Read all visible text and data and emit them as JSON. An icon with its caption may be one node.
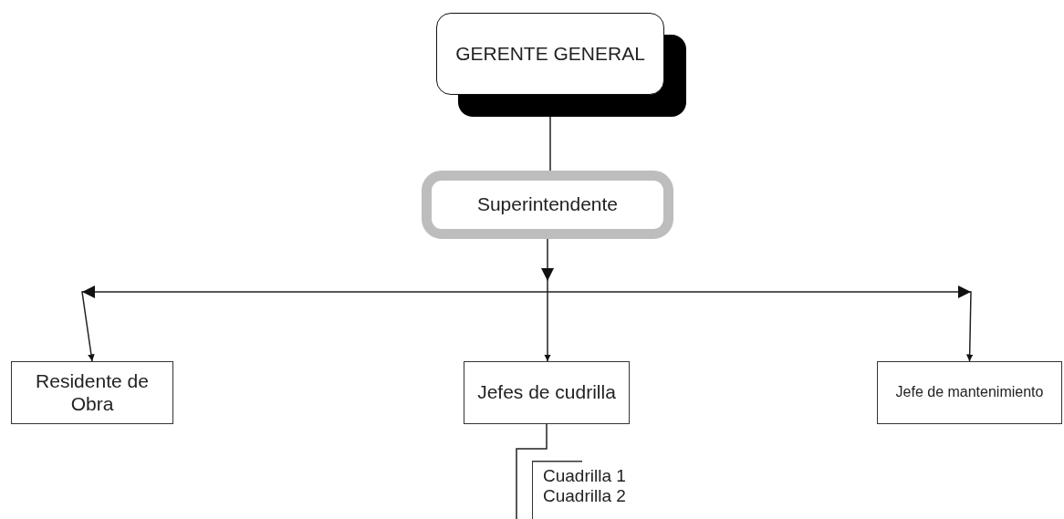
{
  "diagram": {
    "nodes": [
      {
        "text": [
          "GERENTE GENERAL"
        ]
      },
      {
        "text": [
          "Superintendente"
        ]
      },
      {
        "text": [
          "Residente de Obra"
        ]
      },
      {
        "text": [
          "Jefes de cudrilla"
        ]
      },
      {
        "text": [
          "Jefe de mantenimiento"
        ]
      },
      {
        "text": [
          "Cuadrilla 1",
          "Cuadrilla 2"
        ]
      }
    ],
    "edges": [
      {
        "from": 0,
        "to": 1,
        "arrow": "none"
      },
      {
        "from": 1,
        "to": 2,
        "arrow": "to"
      },
      {
        "from": 1,
        "to": 3,
        "arrow": "to"
      },
      {
        "from": 1,
        "to": 4,
        "arrow": "to"
      },
      {
        "from": 3,
        "to": 5,
        "arrow": "none"
      }
    ]
  }
}
